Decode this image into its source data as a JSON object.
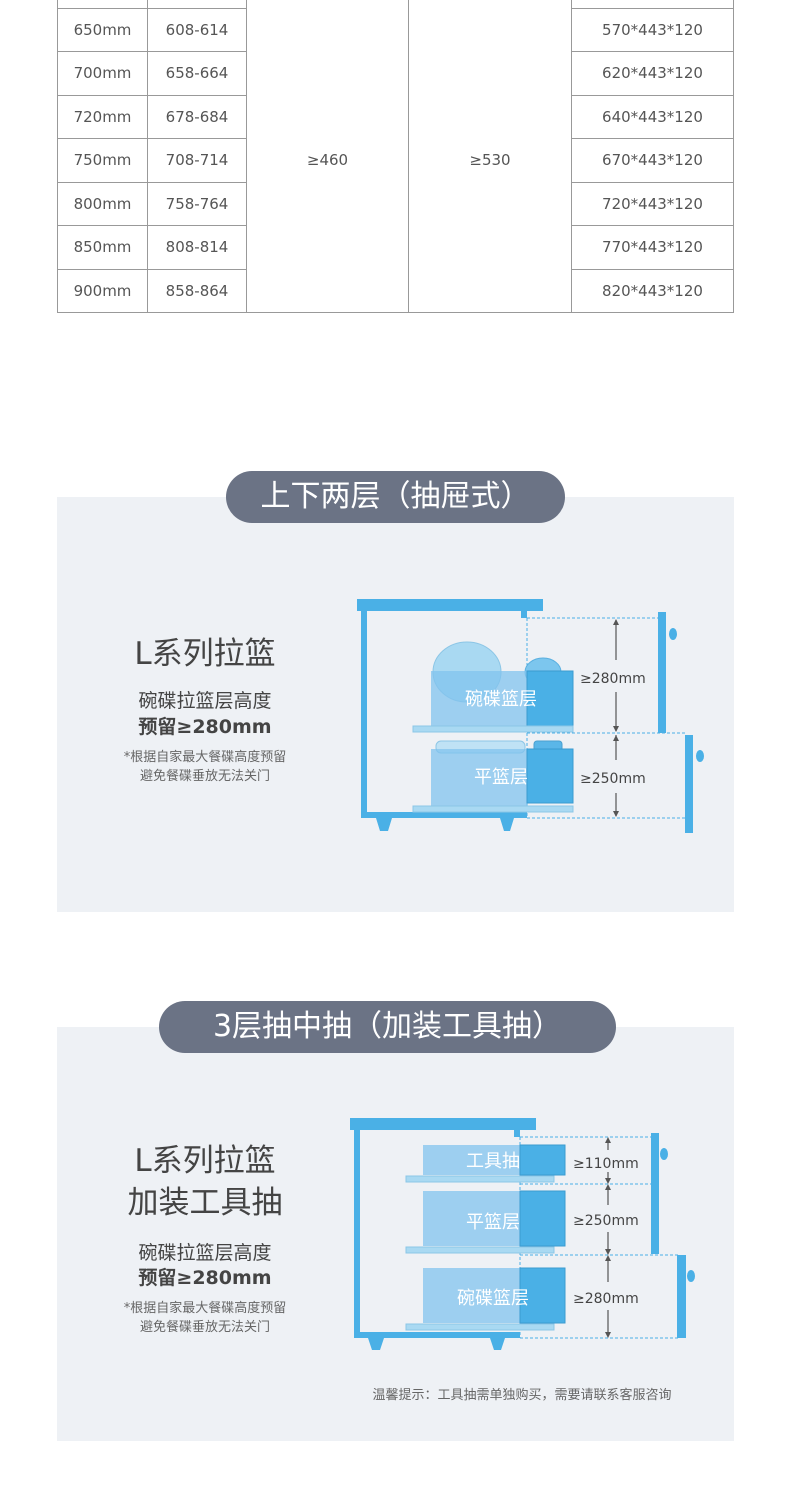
{
  "table": {
    "rows": [
      [
        "",
        "",
        " ",
        " ",
        ""
      ],
      [
        "650mm",
        "608-614",
        "",
        "",
        "570*443*120"
      ],
      [
        "700mm",
        "658-664",
        "",
        "",
        "620*443*120"
      ],
      [
        "720mm",
        "678-684",
        "",
        "",
        "640*443*120"
      ],
      [
        "750mm",
        "708-714",
        "",
        "",
        "670*443*120"
      ],
      [
        "800mm",
        "758-764",
        "",
        "",
        "720*443*120"
      ],
      [
        "850mm",
        "808-814",
        "",
        "",
        "770*443*120"
      ],
      [
        "900mm",
        "858-864",
        "",
        "",
        "820*443*120"
      ]
    ],
    "merged_col3": "≥460",
    "merged_col4": "≥530"
  },
  "section1": {
    "title": "上下两层（抽屉式）",
    "heading": "L系列拉篮",
    "line1": "碗碟拉篮层高度",
    "line2": "预留≥280mm",
    "note1": "*根据自家最大餐碟高度预留",
    "note2": "避免餐碟垂放无法关门",
    "diagram": {
      "upper": "碗碟篮层",
      "lower": "平篮层",
      "dim_upper": "≥280mm",
      "dim_lower": "≥250mm"
    }
  },
  "section2": {
    "title": "3层抽中抽（加装工具抽）",
    "heading1": "L系列拉篮",
    "heading2": "加装工具抽",
    "line1": "碗碟拉篮层高度",
    "line2": "预留≥280mm",
    "note1": "*根据自家最大餐碟高度预留",
    "note2": "避免餐碟垂放无法关门",
    "diagram": {
      "top": "工具抽",
      "middle": "平篮层",
      "bottom": "碗碟篮层",
      "dim_top": "≥110mm",
      "dim_middle": "≥250mm",
      "dim_bottom": "≥280mm"
    },
    "tip": "温馨提示：工具抽需单独购买，需要请联系客服咨询"
  },
  "colors": {
    "accent": "#4ab0e6",
    "pill": "#6b7385",
    "panel": "#eef1f5"
  }
}
